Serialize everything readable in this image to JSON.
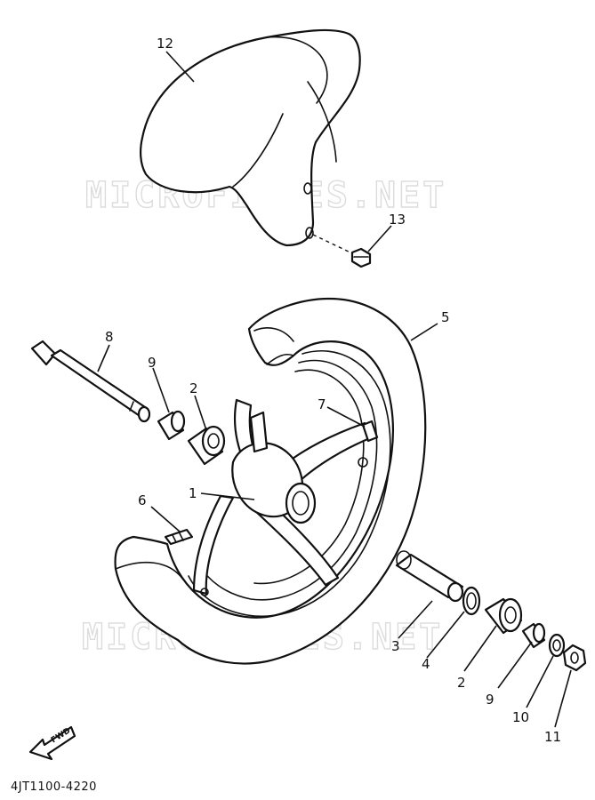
{
  "watermark": "MICROFICHES.NET",
  "diagram_code": "4JT1100-4220",
  "fwd_label": "FWD",
  "callouts": {
    "fender": "12",
    "fender_bolt": "13",
    "tire": "5",
    "axle": "8",
    "collar_left": "9",
    "bearing_left": "2",
    "valve": "7",
    "wheel_hub": "1",
    "balance_weight": "6",
    "spacer": "3",
    "oil_seal": "4",
    "bearing_right": "2",
    "collar_right": "9",
    "washer": "10",
    "nut": "11"
  }
}
